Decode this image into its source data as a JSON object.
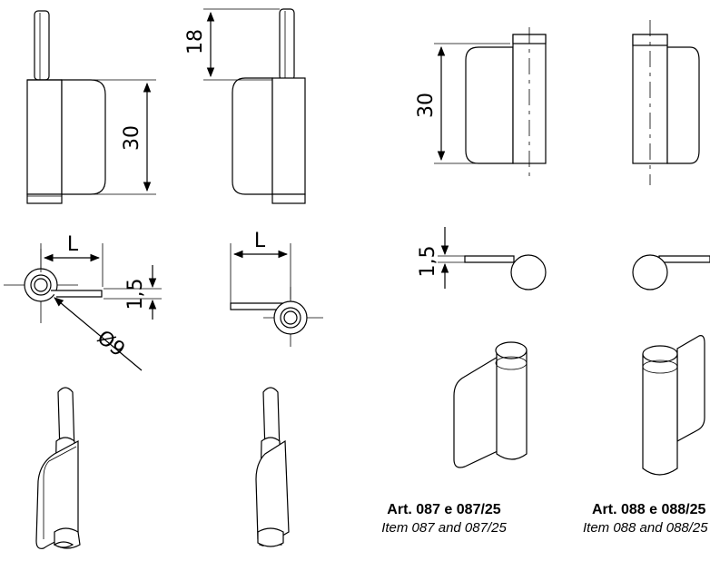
{
  "dimensions": {
    "pin_height": "18",
    "height_left": "30",
    "height_right": "30",
    "leaf_length_1": "L",
    "leaf_length_2": "L",
    "thickness_1": "1,5",
    "thickness_2": "1,5",
    "diameter": "Ø9"
  },
  "captions": [
    {
      "article": "Art. 087 e 087/25",
      "item": "Item 087 and 087/25"
    },
    {
      "article": "Art. 088 e 088/25",
      "item": "Item 088 and 088/25"
    }
  ],
  "colors": {
    "line": "#000000",
    "background": "#ffffff",
    "shade_light": "#f2f2f2",
    "shade_dark": "#9a9a9a"
  }
}
